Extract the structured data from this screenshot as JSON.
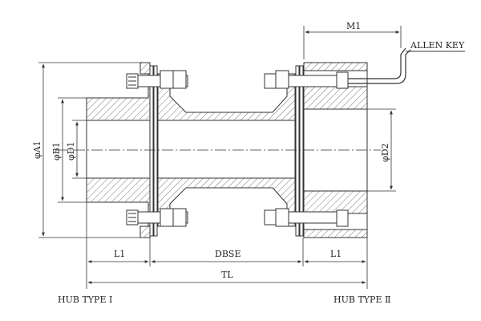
{
  "labels": {
    "m1": "M1",
    "allen_key": "ALLEN KEY",
    "a1": "φA1",
    "b1": "φB1",
    "d1": "φD1",
    "d2": "φD2",
    "l1_left": "L1",
    "dbse": "DBSE",
    "l1_right": "L1",
    "tl": "TL",
    "hub_type_1": "HUB TYPE Ⅰ",
    "hub_type_2": "HUB TYPE Ⅱ"
  },
  "colors": {
    "line": "#333333",
    "hatch": "#555555",
    "background": "#ffffff"
  }
}
